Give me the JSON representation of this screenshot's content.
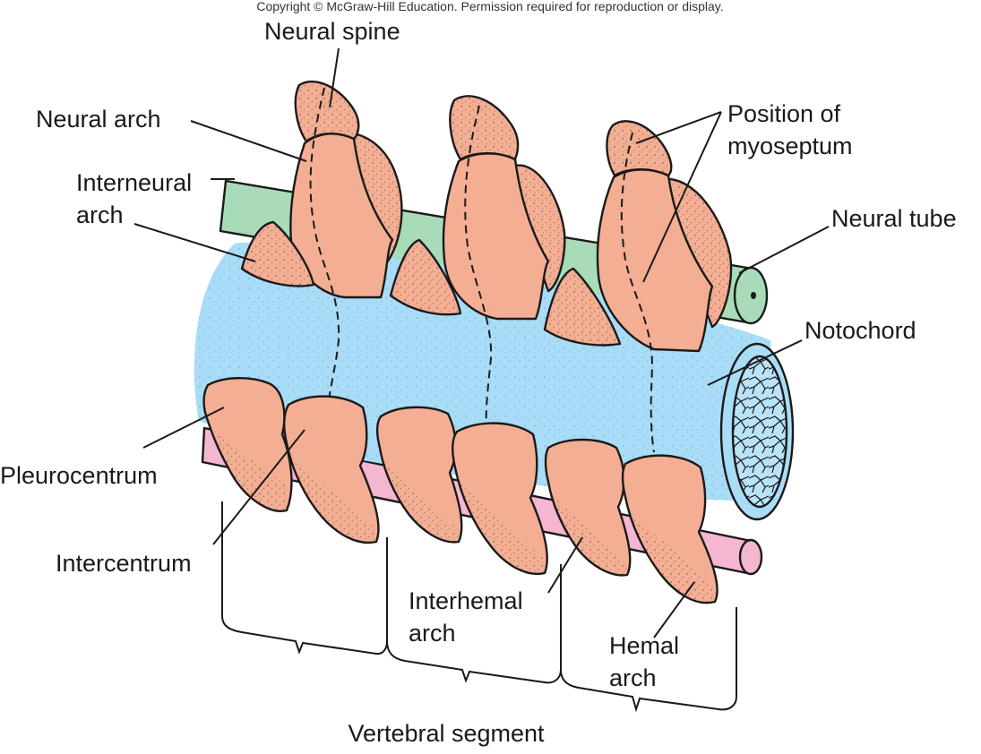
{
  "copyright": "Copyright © McGraw-Hill Education. Permission required for reproduction or display.",
  "labels": {
    "neural_spine": "Neural spine",
    "neural_arch": "Neural arch",
    "interneural_arch_1": "Interneural",
    "interneural_arch_2": "arch",
    "position_myoseptum_1": "Position of",
    "position_myoseptum_2": "myoseptum",
    "neural_tube": "Neural tube",
    "notochord": "Notochord",
    "pleurocentrum": "Pleurocentrum",
    "intercentrum": "Intercentrum",
    "interhemal_arch_1": "Interhemal",
    "interhemal_arch_2": "arch",
    "hemal_arch_1": "Hemal",
    "hemal_arch_2": "arch",
    "vertebral_segment": "Vertebral segment"
  },
  "colors": {
    "bone": "#f4ae93",
    "notochord": "#a9dcf6",
    "neural_tube": "#a8dcb8",
    "hemal_vessel": "#f4b6d1",
    "outline": "#1a1a1a"
  }
}
